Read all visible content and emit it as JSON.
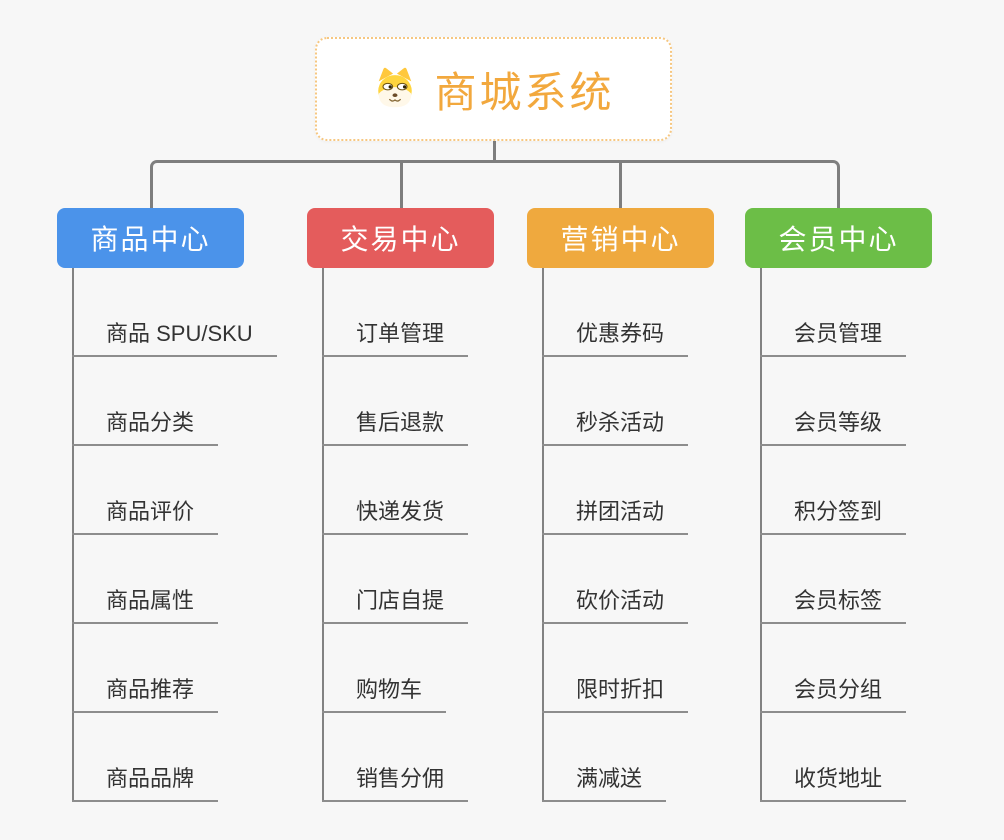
{
  "page": {
    "background_color": "#f7f7f7"
  },
  "lines": {
    "connector_color": "#7e7e7e",
    "underline_color": "#8d8d8d"
  },
  "root": {
    "title": "商城系统",
    "icon": "dog-face-icon",
    "title_color": "#f2a83d",
    "border_color": "#f6c781",
    "background_color": "#ffffff"
  },
  "branches": [
    {
      "label": "商品中心",
      "color": "#4b93ea",
      "items": [
        "商品 SPU/SKU",
        "商品分类",
        "商品评价",
        "商品属性",
        "商品推荐",
        "商品品牌"
      ]
    },
    {
      "label": "交易中心",
      "color": "#e45c5c",
      "items": [
        "订单管理",
        "售后退款",
        "快递发货",
        "门店自提",
        "购物车",
        "销售分佣"
      ]
    },
    {
      "label": "营销中心",
      "color": "#efa93e",
      "items": [
        "优惠券码",
        "秒杀活动",
        "拼团活动",
        "砍价活动",
        "限时折扣",
        "满减送"
      ]
    },
    {
      "label": "会员中心",
      "color": "#6cbe47",
      "items": [
        "会员管理",
        "会员等级",
        "积分签到",
        "会员标签",
        "会员分组",
        "收货地址"
      ]
    }
  ]
}
